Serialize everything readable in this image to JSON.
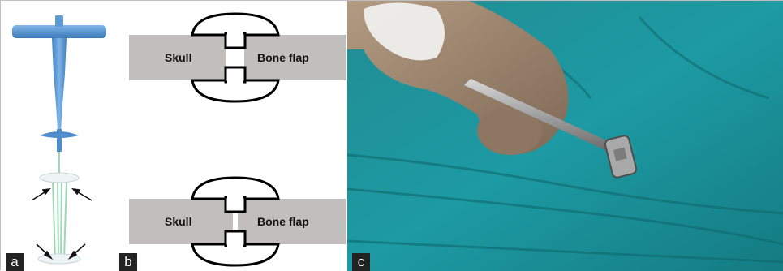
{
  "panels": {
    "a": {
      "letter": "a"
    },
    "b": {
      "letter": "b",
      "top_diagram": {
        "left_label": "Skull",
        "right_label": "Bone flap"
      },
      "bottom_diagram": {
        "left_label": "Skull",
        "right_label": "Bone flap"
      }
    },
    "c": {
      "letter": "c"
    }
  },
  "colors": {
    "device_blue": "#5b9bd5",
    "bone_gray": "#c0bfbd",
    "drape_teal": "#1d8f96",
    "label_bg": "#222222"
  }
}
